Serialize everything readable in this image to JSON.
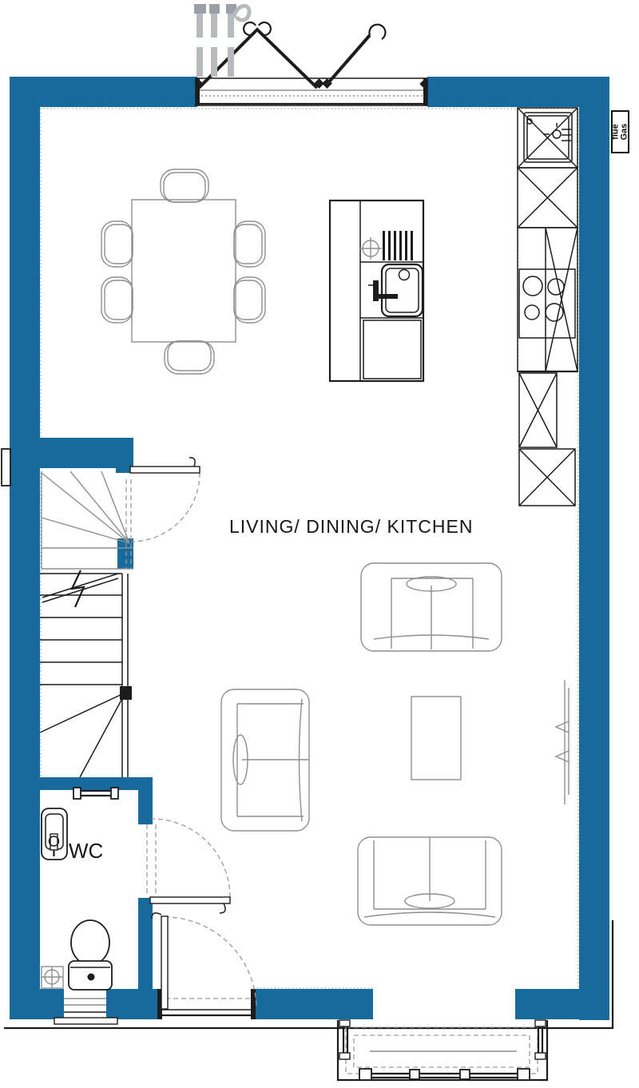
{
  "plan": {
    "room_label": "LIVING/ DINING/ KITCHEN",
    "wc_label": "WC",
    "flue_label": "flue",
    "gas_label": "Gas"
  },
  "colors": {
    "wall": "#176a9c",
    "line": "#1c1c1c",
    "furniture": "#8e8e8e",
    "dash": "#9a9a9a",
    "pipe": "#b8bbbe",
    "pipe_dark": "#9aa0a5"
  }
}
